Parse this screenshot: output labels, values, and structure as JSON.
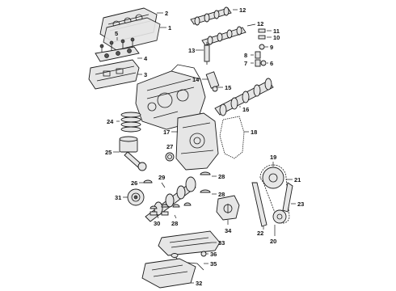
{
  "callouts": {
    "c1": "1",
    "c2": "2",
    "c3": "3",
    "c4": "4",
    "c5": "5",
    "c6": "6",
    "c7": "7",
    "c8": "8",
    "c9": "9",
    "c10": "10",
    "c11": "11",
    "c12a": "12",
    "c12b": "12",
    "c13": "13",
    "c14": "14",
    "c15": "15",
    "c16": "16",
    "c17": "17",
    "c18": "18",
    "c19": "19",
    "c20": "20",
    "c21": "21",
    "c22": "22",
    "c23": "23",
    "c24": "24",
    "c25": "25",
    "c26": "26",
    "c27": "27",
    "c28a": "28",
    "c28b": "28",
    "c29": "29",
    "c30": "30",
    "c31": "31",
    "c32": "32",
    "c33": "33",
    "c34": "34",
    "c35": "35",
    "c36": "36"
  },
  "colors": {
    "line": "#1a1a1a",
    "part_fill": "#e6e6e6",
    "background": "#ffffff"
  }
}
